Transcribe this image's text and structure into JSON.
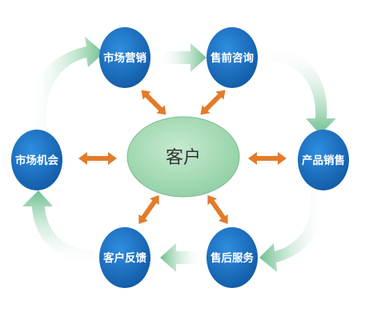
{
  "center": {
    "label": "客户"
  },
  "nodes": {
    "marketing": "市场营销",
    "presales": "售前咨询",
    "sales": "产品销售",
    "aftersales": "售后服务",
    "feedback": "客户反馈",
    "opportunity": "市场机会"
  },
  "colors": {
    "node": "#1b6fc2",
    "center": "#a7d9b6",
    "arrow": "#e37b2a",
    "cycle": "#7cc49a"
  }
}
